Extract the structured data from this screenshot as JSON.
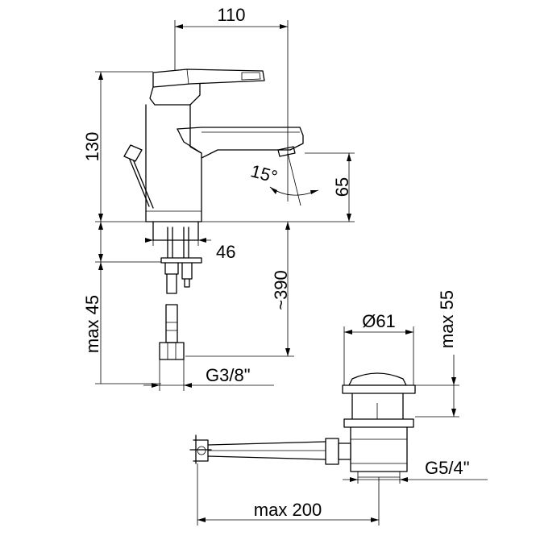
{
  "dimensions": {
    "width_top": "110",
    "height_total": "130",
    "angle": "15°",
    "spout_height": "65",
    "base_diameter": "46",
    "hose_length": "~390",
    "max_thickness": "max 45",
    "hose_thread": "G3/8\"",
    "drain_diameter": "Ø61",
    "drain_max_height": "max 55",
    "drain_thread": "G5/4\"",
    "rod_length": "max 200"
  }
}
